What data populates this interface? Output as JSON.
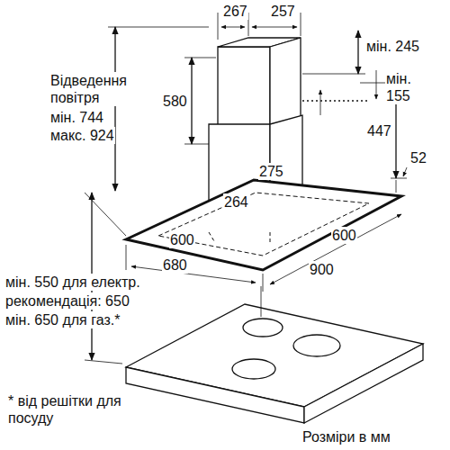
{
  "diagram": {
    "labels": [
      "267",
      "257",
      "мін. 245",
      "Відведення повітря",
      "мін. 744",
      "макс. 924",
      "580",
      "мін. 155",
      "447",
      "52",
      "275",
      "264",
      "600",
      "600",
      "680",
      "900",
      "мін. 550 для електр.",
      "рекомендація: 650",
      "мін. 650 для газ.*",
      "* від решітки для посуду",
      "Розміри в мм"
    ]
  }
}
